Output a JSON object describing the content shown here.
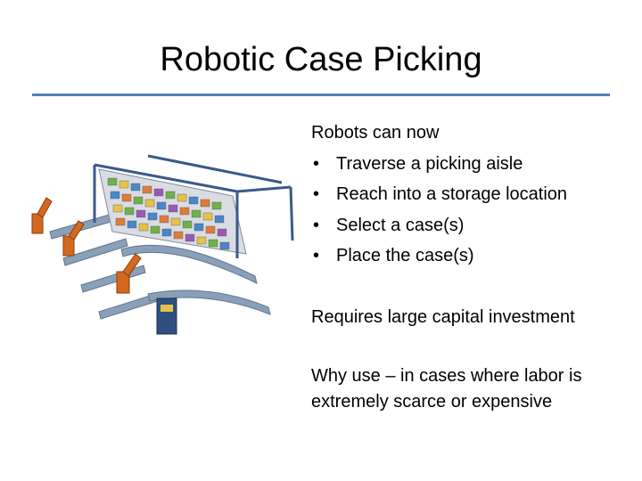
{
  "slide": {
    "title": "Robotic Case Picking",
    "intro": "Robots can now",
    "bullets": [
      "Traverse a picking aisle",
      "Reach into a storage location",
      "Select a case(s)",
      "Place the case(s)"
    ],
    "bullet_glyph": "•",
    "capital_note": "Requires large capital investment",
    "why_use": "Why use – in cases where labor is extremely scarce or expensive"
  },
  "colors": {
    "rule": "#4f81bd",
    "robot": "#d2691e",
    "frame": "#3a5a8a"
  },
  "illustration": {
    "icon": "automated-warehouse-illustration"
  }
}
